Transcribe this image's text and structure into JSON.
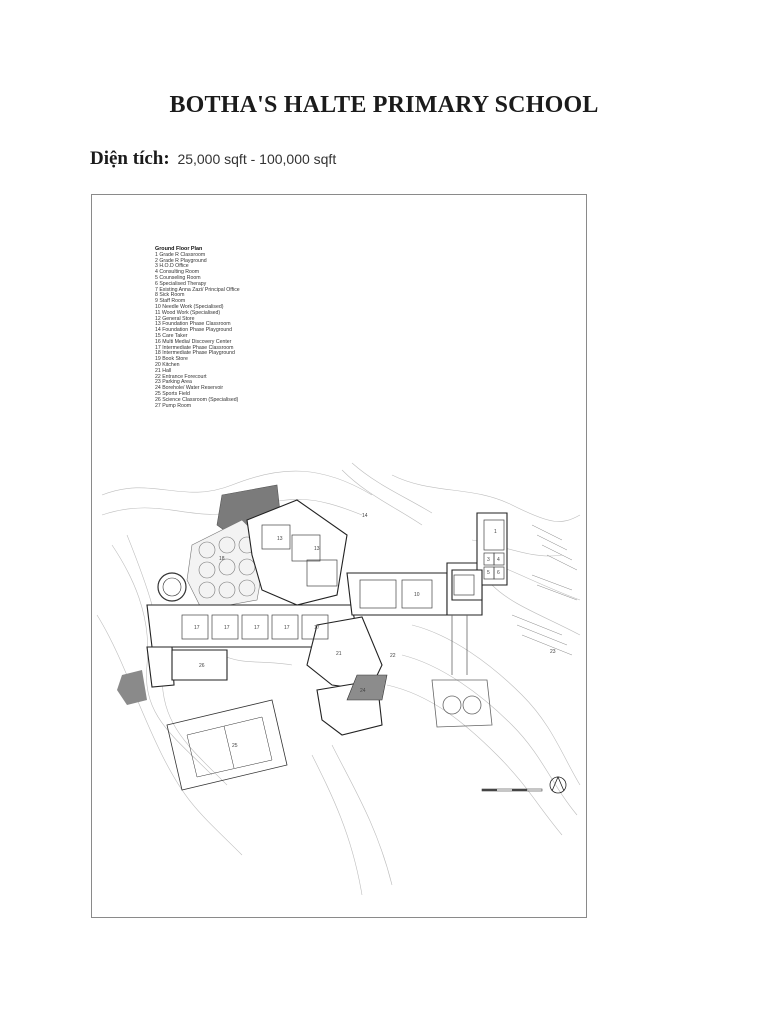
{
  "page": {
    "title": "BOTHA'S HALTE PRIMARY SCHOOL",
    "area_label": "Diện tích:",
    "area_value": "25,000 sqft - 100,000 sqft"
  },
  "plan": {
    "legend_title": "Ground Floor Plan",
    "legend": [
      "1 Grade R Classroom",
      "2 Grade R Playground",
      "3 H.O.D Office",
      "4 Consulting Room",
      "5 Counseling Room",
      "6 Specialised Therapy",
      "7 Existing Anna Zazi/ Principal Office",
      "8 Sick Room",
      "9 Staff Room",
      "10 Needle Work (Specialised)",
      "11 Wood Work (Specialised)",
      "12 General Store",
      "13 Foundation Phase Classroom",
      "14 Foundation Phase Playground",
      "15 Care Taker",
      "16 Multi Media/ Discovery Center",
      "17 Intermediate Phase Classroom",
      "18 Intermediate Phase Playground",
      "19 Book Store",
      "20 Kitchen",
      "21 Hall",
      "22 Entrance Forecourt",
      "23 Parking Area",
      "24 Borehole/ Water Reservoir",
      "25 Sports Field",
      "26 Science Classroom (Specialised)",
      "27 Pump Room"
    ],
    "room_numbers": [
      "1",
      "3",
      "4",
      "5",
      "6",
      "10",
      "13",
      "13",
      "14",
      "17",
      "17",
      "17",
      "17",
      "17",
      "18",
      "21",
      "22",
      "23",
      "24",
      "25",
      "26"
    ]
  }
}
